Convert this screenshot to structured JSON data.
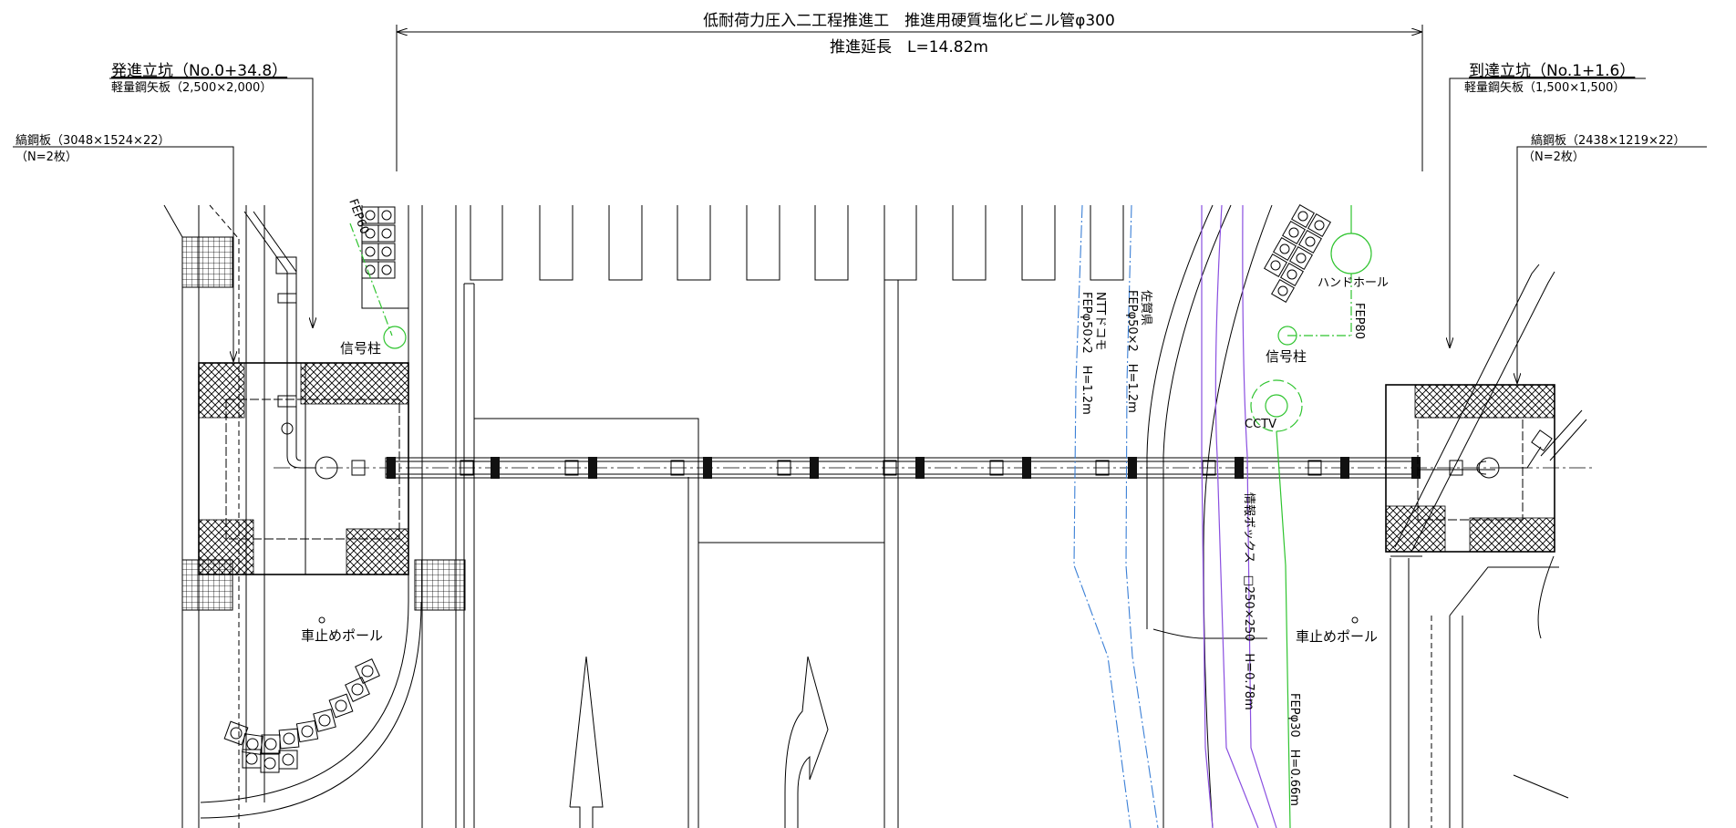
{
  "header": {
    "title": "低耐荷力圧入二工程推進工　推進用硬質塩化ビニル管φ300",
    "length_label": "推進延長　L=14.82m"
  },
  "start_shaft": {
    "title": "発進立坑（No.0+34.8）",
    "sheet": "軽量鋼矢板（2,500×2,000）",
    "plate": "縞鋼板（3048×1524×22）",
    "plate_count": "（N=2枚）"
  },
  "end_shaft": {
    "title": "到達立坑（No.1+1.6）",
    "sheet": "軽量鋼矢板（1,500×1,500）",
    "plate": "縞鋼板（2438×1219×22）",
    "plate_count": "（N=2枚）"
  },
  "utilities": {
    "fep60": "FEP60",
    "signal_pole_1": "信号柱",
    "signal_pole_2": "信号柱",
    "hand_hole": "ハンドホール",
    "fep80": "FEP80",
    "cctv": "CCTV",
    "ntt_1": "NTTドコモ",
    "ntt_2": "FEPφ50×2　H=1.2m",
    "saga_1": "佐賀県",
    "saga_2": "FEPφ50×2　H=1.2m",
    "info_box": "情報ボックス　□250×250　H=0.78m",
    "fep30": "FEPφ30　H=0.66m",
    "bollard_1": "車止めポール",
    "bollard_2": "車止めポール"
  },
  "colors": {
    "line": "#000000",
    "utility_green": "#2fc42f",
    "utility_blue": "#3a7fd6",
    "utility_purple": "#8a4fe0"
  }
}
